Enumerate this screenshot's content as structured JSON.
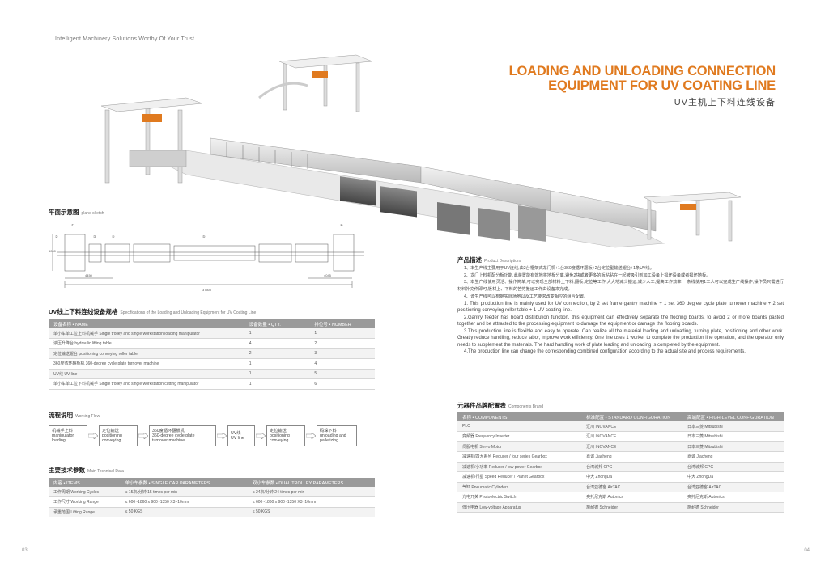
{
  "header": {
    "tagline": "Intelligent Machinery Solutions Worthy Of Your Trust",
    "title_line1": "LOADING AND UNLOADING CONNECTION",
    "title_line2": "EQUIPMENT FOR UV COATING LINE",
    "subtitle_cn": "UV主机上下料连线设备"
  },
  "plane_sketch": {
    "title_cn": "平面示意图",
    "title_en": "plane sketch",
    "callouts": [
      "①",
      "②",
      "③",
      "④",
      "⑤",
      "⑥"
    ],
    "dims": {
      "total": "37500",
      "left": "4450",
      "right": "4045",
      "height": "5000"
    }
  },
  "spec_section": {
    "title_cn": "UV线上下料连线设备规格",
    "title_en": "Specifications of the Loading and Unloading Equipment for UV Coating Line",
    "headers": [
      "设备名称 • NAME",
      "设备数量 • QTY.",
      "排位号 • NUMBER"
    ],
    "rows": [
      [
        "单小车单工位上料机械手  Single trolley and single workstation loading manipulator",
        "1",
        "1"
      ],
      [
        "液压升降台  hydraulic lifting table",
        "4",
        "2"
      ],
      [
        "定位输送辊台  positioning conveying roller table",
        "2",
        "3"
      ],
      [
        "360度循环翻板机  360-degree cycle plate turnover machine",
        "1",
        "4"
      ],
      [
        "UV线  UV line",
        "1",
        "5"
      ],
      [
        "单小车单工位下料机械手  Single trolley and single workstation cutting manipulator",
        "1",
        "6"
      ]
    ]
  },
  "flow_section": {
    "title_cn": "流程说明",
    "title_en": "Working Flow",
    "steps": [
      "机械手上料\nmanipulator\nloading",
      "定位输送\npositioning\nconveying",
      "360度循环翻板机\n360-degree cycle plate\nturnover machine",
      "UV线\nUV line",
      "定位输送\npositioning\nconveying",
      "码垛下料\nunloading and\npalletizing"
    ]
  },
  "tech_section": {
    "title_cn": "主要技术参数",
    "title_en": "Main Technical Data",
    "headers": [
      "内容 • ITEMS",
      "单小车参数 • SINGLE CAR PARAMETERS",
      "双小车参数 • DUAL TROLLEY PARAMETERS"
    ],
    "rows": [
      [
        "工作周期  Working Cycles",
        "≤ 15次/分钟  15 times per min",
        "≤ 24次/分钟  24 times per min"
      ],
      [
        "工作尺寸  Working Range",
        "≤ 600~1860 x 900~1350 X3~10mm",
        "≤ 600~1860 x 900~1350 X3~10mm"
      ],
      [
        "承重范围  Lifting Range",
        "≤ 50 KGS",
        "≤ 50 KGS"
      ]
    ]
  },
  "desc_section": {
    "title_cn": "产品描述",
    "title_en": "Product Descriptions",
    "cn_paras": [
      "1、本生产线主要用于UV连线,由2台框架式龙门机+1台360度循环翻板+2台定位型输送辊台+1条UV线。",
      "2、龙门上料机配分板功能,此装置能有效地将地板分离,避免2块或者更多的板粘贴在一起被吸引到加工设备上损坏设备或者损坏地板。",
      "3、本生产线使用灵活、操作简单,可以实现全部材料上下料,翻板,定位等工作,大大地减少搬运,减少人工,提高工作效率,一条线使用1工人可以完成生产线操作,操作员只需进行材料补充作即可,板材上、下料的苦劳搬运工作由设备来完成。",
      "4、该生产线可以根据实际场地以及工艺要求改变相应的组合配置。"
    ],
    "en_paras": [
      "1. This production line is mainly used for UV connection, by 2 set frame gantry machine + 1 set 360 degree cycle plate turnover machine + 2 set positioning conveying roller table + 1 UV coating line.",
      "2.Gantry feeder has board distribution function, this equipment can effectively separate the flooring boards, to avoid 2 or more boards pasted together and be attracted to the processing equipment to damage the equipment or damage the flooring boards.",
      "3.This production line is flexible and easy to operate. Can realize all the material loading and unloading, turning plate, positioning and other work. Greatly reduce handling, reduce labor, improve work efficiency. One line uses 1 worker to complete the production line operation, and the operator only needs to supplement the materials. The hard handling work of plate loading and unloading is completed by the equipment.",
      "4.The production line can change the corresponding combined configuration according to the actual site and process requirements."
    ]
  },
  "brand_section": {
    "title_cn": "元器件品牌配置表",
    "title_en": "Components Brand",
    "headers": [
      "名称 • COMPONENTS",
      "标准配置 • STANDARD CONFIGURATION",
      "高端配置 • HIGH-LEVEL CONFIGURATION"
    ],
    "rows": [
      [
        "PLC",
        "汇川  INOVANCE",
        "日本三菱  Mitsubishi"
      ],
      [
        "变频器  Frequency Inverter",
        "汇川  INOVANCE",
        "日本三菱  Mitsubishi"
      ],
      [
        "伺服电机  Servo Motor",
        "汇川  INOVANCE",
        "日本三菱  Mitsubishi"
      ],
      [
        "减速机/四大系列  Reducer / four series Gearbox",
        "嘉诚  Jiacheng",
        "嘉诚  Jiacheng"
      ],
      [
        "减速机/小功率  Reducer / low power Gearbox",
        "台湾城邦  CPG",
        "台湾城邦  CPG"
      ],
      [
        "减速机/行星  Speed Reducer / Planet Gearbox",
        "中大  ZhongDa",
        "中大  ZhongDa"
      ],
      [
        "气缸  Pneumatic Cylinders",
        "台湾亚德客  AirTAC",
        "台湾亚德客  AirTAC"
      ],
      [
        "光电开关  Photoelectric Switch",
        "奥托尼克斯  Autonics",
        "奥托尼克斯  Autonics"
      ],
      [
        "低压电器  Low-voltage Apparatus",
        "施耐德  Schneider",
        "施耐德  Schneider"
      ]
    ]
  },
  "pages": {
    "left": "03",
    "right": "04"
  },
  "colors": {
    "accent": "#e07a1f",
    "table_header": "#9a9a9a",
    "brand_logo": "#e07a1f"
  }
}
